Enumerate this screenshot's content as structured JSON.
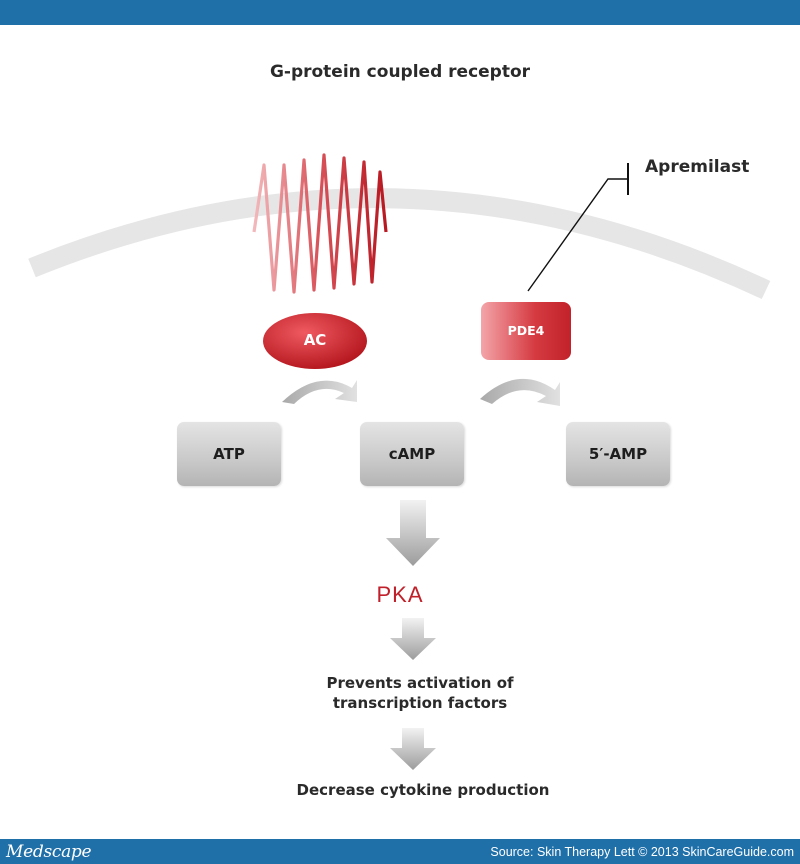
{
  "title": "G-protein coupled receptor",
  "inhibitor": "Apremilast",
  "enzymes": {
    "ac": "AC",
    "pde4": "PDE4"
  },
  "molecules": {
    "atp": "ATP",
    "camp": "cAMP",
    "amp": "5′-AMP"
  },
  "kinase": "PKA",
  "effects": {
    "line1": "Prevents activation of",
    "line2": "transcription factors",
    "final": "Decrease cytokine production"
  },
  "footer": {
    "brand": "Medscape",
    "source": "Source: Skin Therapy Lett © 2013 SkinCareGuide.com"
  },
  "colors": {
    "header_bar": "#1f6fa8",
    "receptor_red": "#c0202a",
    "membrane_gray": "#e6e6e6",
    "arrow_gray": "#b5b5b5"
  }
}
